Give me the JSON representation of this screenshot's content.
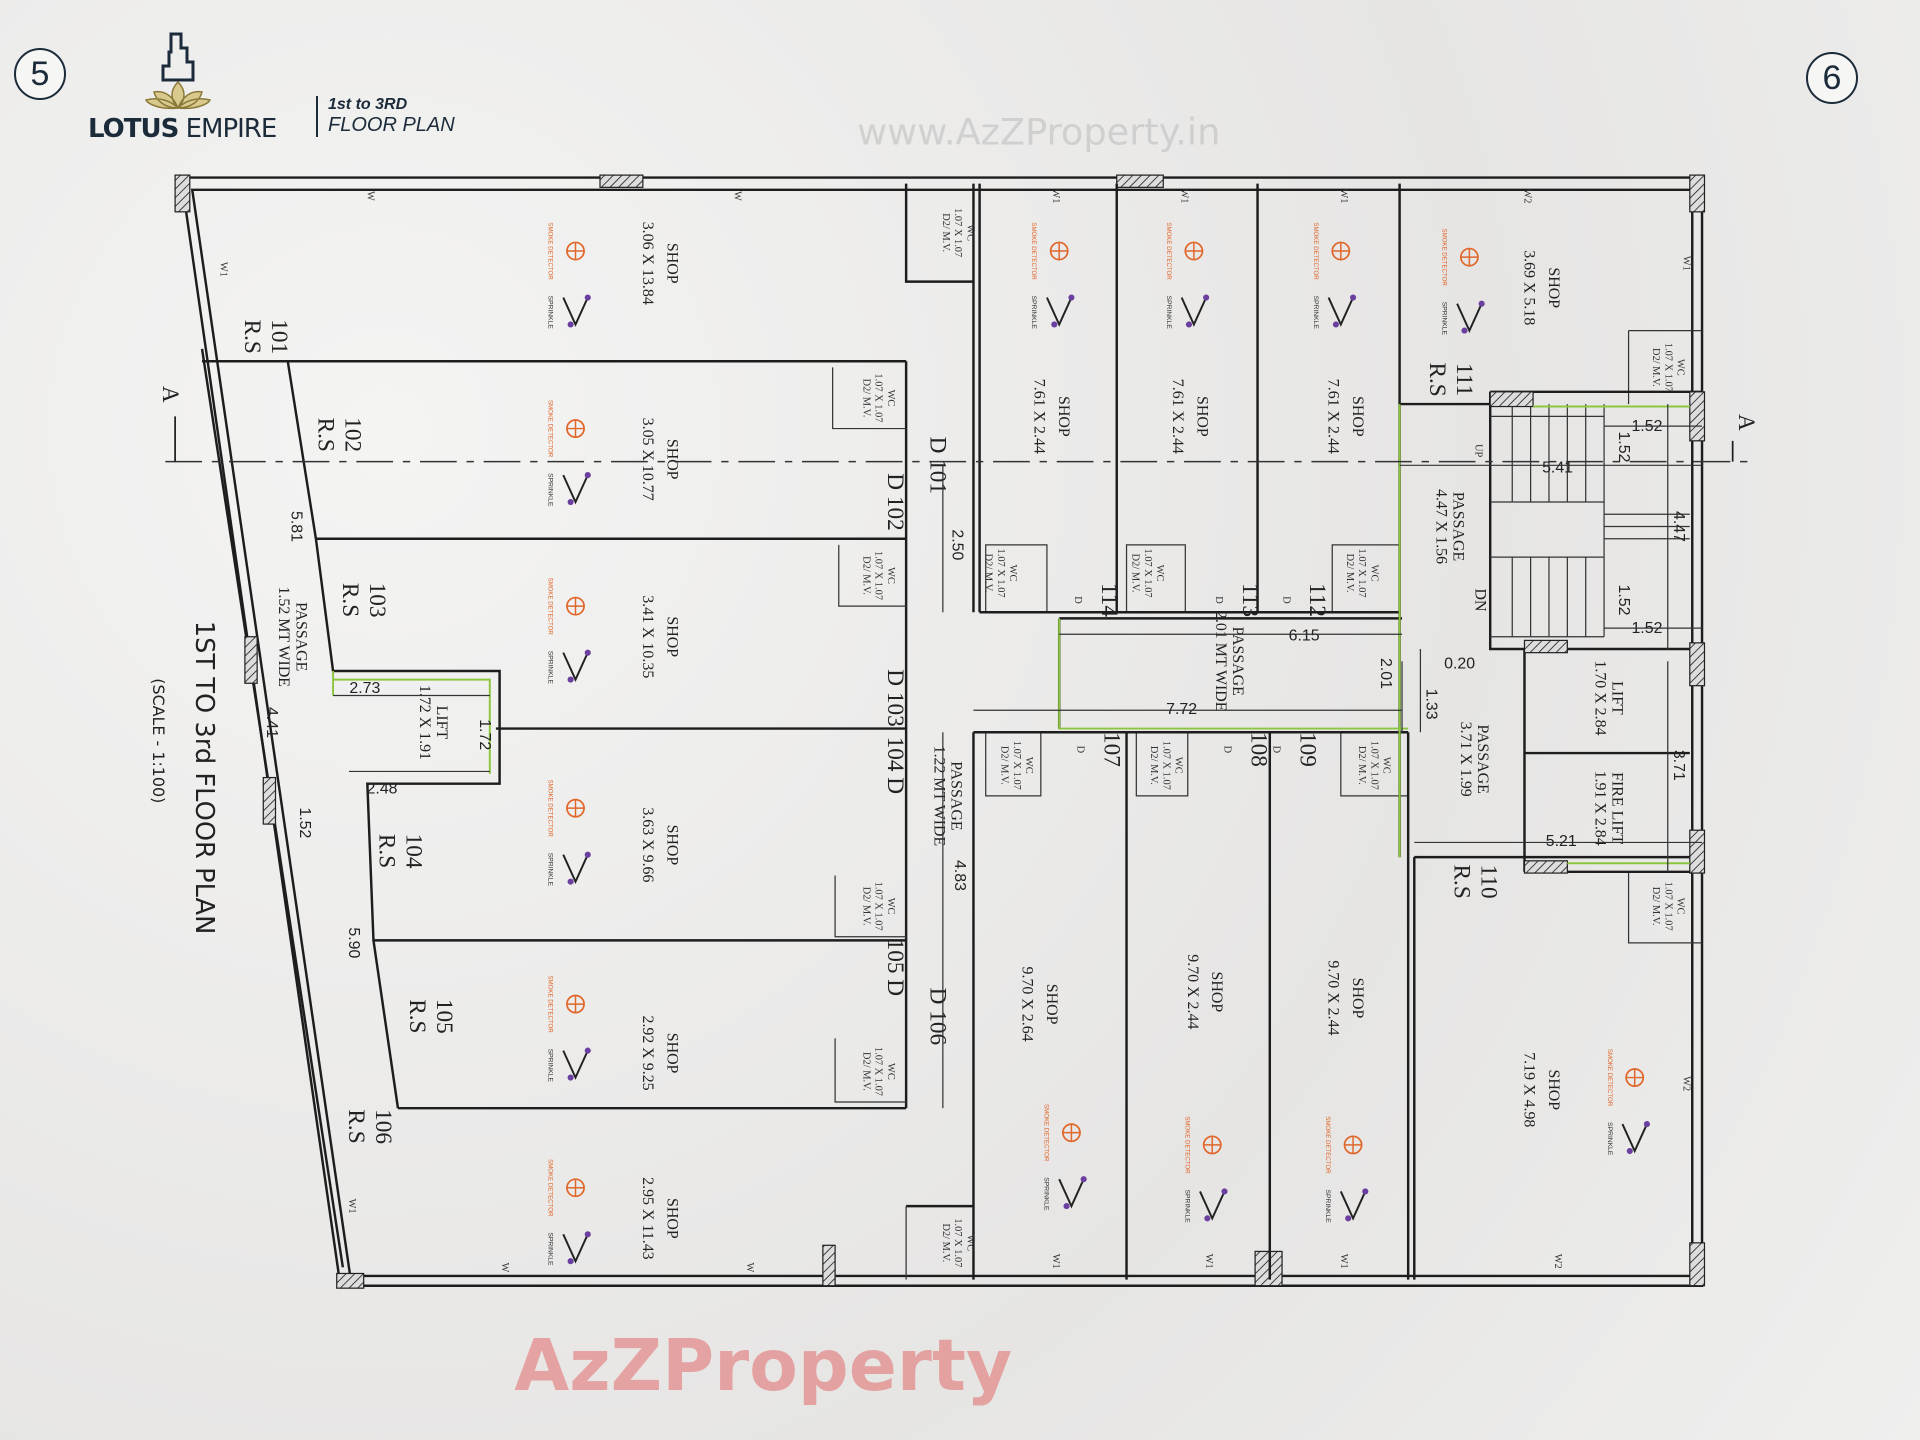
{
  "page_numbers": {
    "left": "5",
    "right": "6"
  },
  "brand": {
    "name_bold": "LOTUS",
    "name_light": "EMPIRE",
    "floor_line1": "1st to 3RD",
    "floor_line2": "FLOOR PLAN"
  },
  "plan_title": "1ST TO 3rd FLOOR PLAN",
  "plan_scale": "(SCALE - 1:100)",
  "section_marker": "A",
  "watermarks": {
    "top": "www.AzZProperty.in",
    "big": "AzZProperty"
  },
  "detector_label": "SMOKE DETECTOR",
  "sprinkle_label": "SPRINKLE",
  "wc_label": {
    "line1": "WC",
    "line2": "1.07 X",
    "line3": "1.07",
    "line4": "D2/",
    "line5": "M.V."
  },
  "window_labels": {
    "w": "W",
    "w1": "W1",
    "w2": "W2"
  },
  "rooms": [
    {
      "number": "101",
      "tag": "R.S",
      "name": "SHOP",
      "size": "3.06 X 13.84"
    },
    {
      "number": "102",
      "tag": "R.S",
      "name": "SHOP",
      "size": "3.05 X 10.77"
    },
    {
      "number": "103",
      "tag": "R.S",
      "name": "SHOP",
      "size": "3.41 X 10.35"
    },
    {
      "number": "104",
      "tag": "R.S",
      "name": "SHOP",
      "size": "3.63 X 9.66"
    },
    {
      "number": "105",
      "tag": "R.S",
      "name": "SHOP",
      "size": "2.92 X 9.25"
    },
    {
      "number": "106",
      "tag": "R.S",
      "name": "SHOP",
      "size": "2.95 X 11.43"
    },
    {
      "number": "107",
      "tag": "D",
      "name": "SHOP",
      "size": "9.70 X 2.64"
    },
    {
      "number": "108",
      "tag": "D",
      "name": "SHOP",
      "size": "9.70 X 2.44"
    },
    {
      "number": "109",
      "tag": "D",
      "name": "SHOP",
      "size": "9.70 X 2.44"
    },
    {
      "number": "110",
      "tag": "R.S",
      "name": "SHOP",
      "size": "7.19 X 4.98"
    },
    {
      "number": "111",
      "tag": "R.S",
      "name": "SHOP",
      "size": "3.69 X 5.18"
    },
    {
      "number": "112",
      "tag": "D",
      "name": "SHOP",
      "size": "7.61 X 2.44"
    },
    {
      "number": "113",
      "tag": "D",
      "name": "SHOP",
      "size": "7.61 X 2.44"
    },
    {
      "number": "114",
      "tag": "D",
      "name": "SHOP",
      "size": "7.61 X 2.44"
    }
  ],
  "door_marks": [
    "D 101",
    "D 102",
    "D 103",
    "104 D",
    "105 D",
    "D 106"
  ],
  "service_spaces": [
    {
      "name": "PASSAGE",
      "size": "1.22 MT WIDE"
    },
    {
      "name": "PASSAGE",
      "size": "2.01 MT WIDE"
    },
    {
      "name": "PASSAGE",
      "size": "1.52 MT WIDE"
    },
    {
      "name": "PASSAGE",
      "size": "4.47 X 1.56"
    },
    {
      "name": "PASSAGE",
      "size": "3.71 X 1.99"
    },
    {
      "name": "LIFT",
      "size": "1.72 X 1.91"
    },
    {
      "name": "LIFT",
      "size": "1.70 X 2.84"
    },
    {
      "name": "FIRE LIFT",
      "size": "1.91 X 2.84"
    }
  ],
  "stair_labels": {
    "up": "UP",
    "down": "DN"
  },
  "dimensions": [
    "2.50",
    "4.83",
    "6.15",
    "7.72",
    "2.01",
    "1.33",
    "0.20",
    "5.41",
    "4.47",
    "3.71",
    "5.21",
    "1.52",
    "1.52",
    "1.52",
    "1.52",
    "5.81",
    "4.41",
    "1.52",
    "5.90",
    "2.73",
    "2.48",
    "1.72"
  ]
}
